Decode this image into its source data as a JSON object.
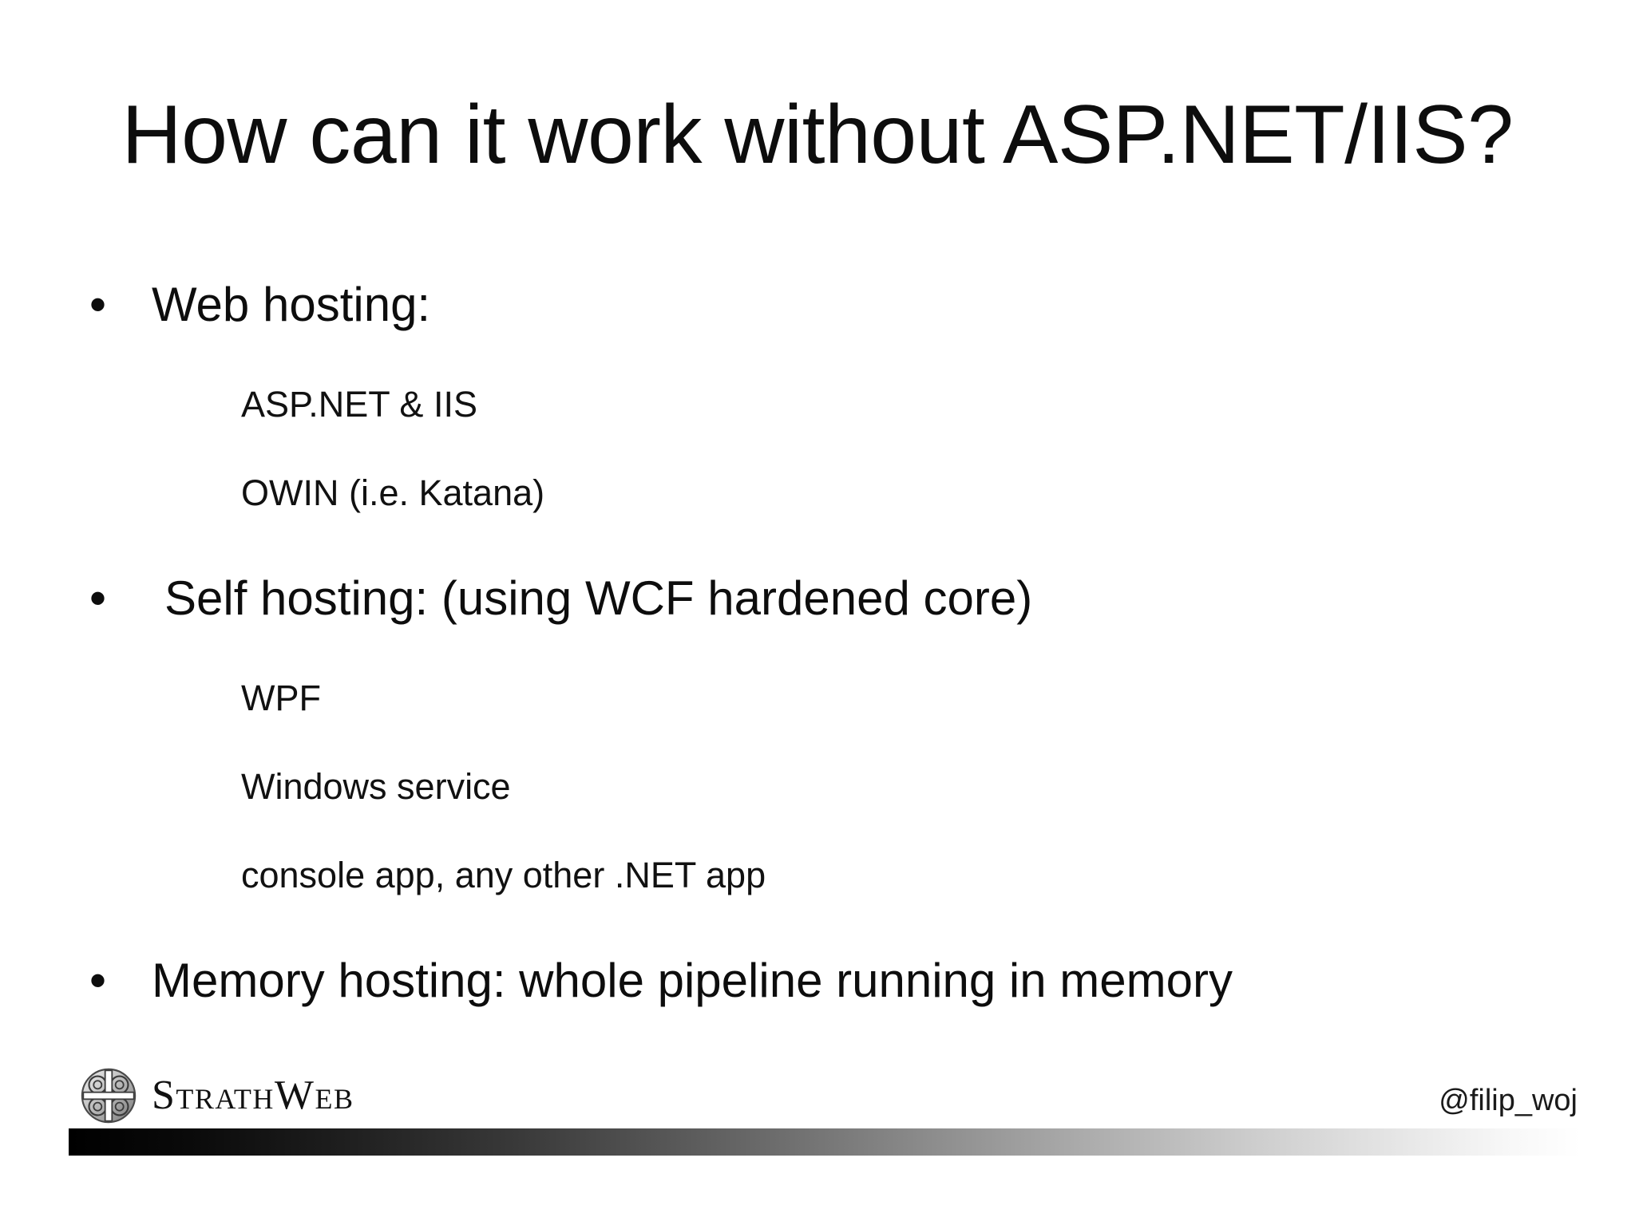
{
  "slide": {
    "title": "How can it work without ASP.NET/IIS?",
    "bullets": [
      {
        "label": "Web hosting:",
        "marker": "•",
        "children": [
          "ASP.NET & IIS",
          "OWIN (i.e. Katana)"
        ]
      },
      {
        "label": "Self hosting: (using WCF hardened core)",
        "marker": "•",
        "children": [
          "WPF",
          "Windows service",
          "console app, any other .NET app"
        ]
      },
      {
        "label": "Memory hosting: whole pipeline running in memory",
        "marker": "•",
        "children": []
      }
    ]
  },
  "footer": {
    "logo_text": "StrathWeb",
    "logo_icon": "celtic-knot-icon",
    "handle": "@filip_woj",
    "bar_gradient_from": "#000000",
    "bar_gradient_to": "#ffffff"
  },
  "colors": {
    "background": "#ffffff",
    "text": "#0d0d0d",
    "logo_text": "#111111"
  }
}
